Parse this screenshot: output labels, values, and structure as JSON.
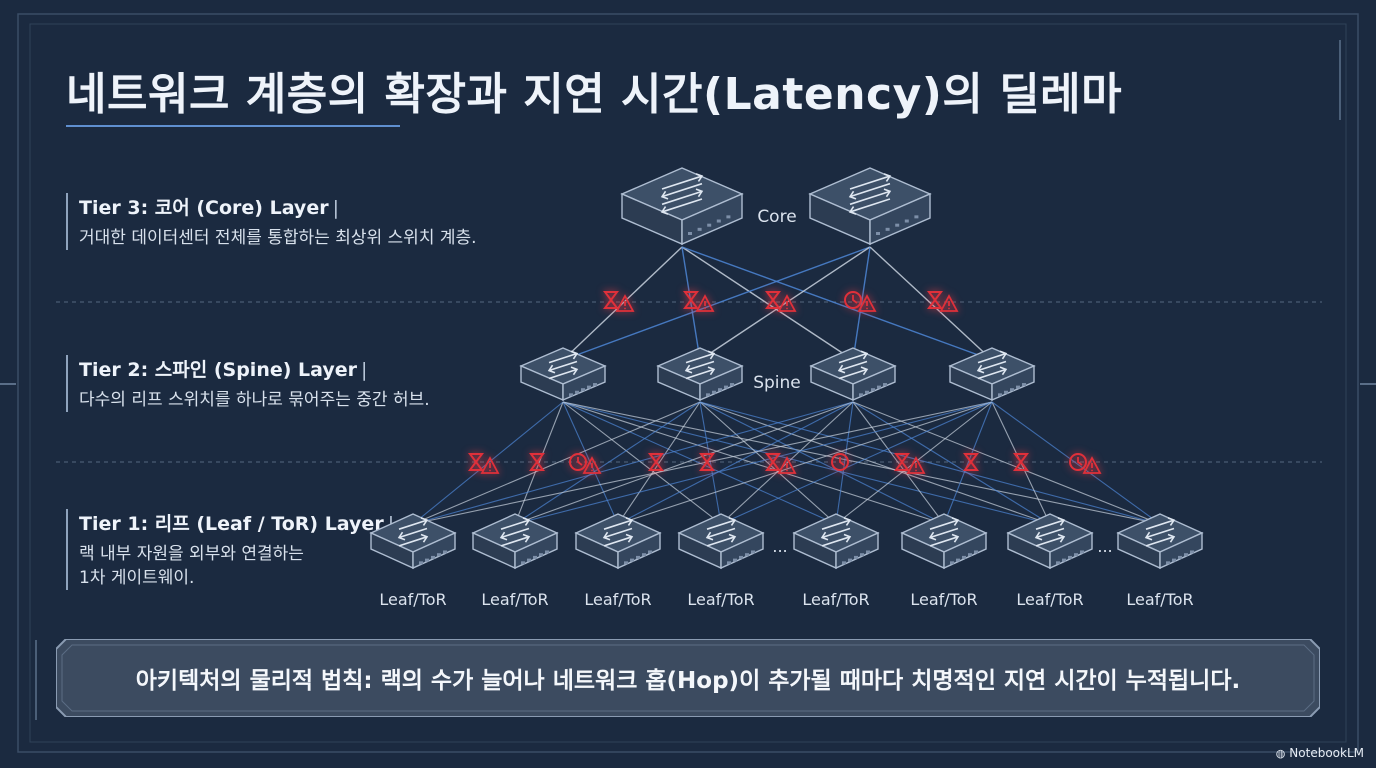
{
  "title": "네트워크 계층의 확장과 지연 시간(Latency)의 딜레마",
  "tiers": [
    {
      "title": "Tier 3: 코어 (Core) Layer",
      "desc": "거대한 데이터센터 전체를 통합하는 최상위 스위치 계층."
    },
    {
      "title": "Tier 2: 스파인 (Spine) Layer",
      "desc": "다수의 리프 스위치를 하나로 묶어주는 중간 허브."
    },
    {
      "title": "Tier 1: 리프 (Leaf / ToR) Layer",
      "desc_line1": "랙 내부 자원을 외부와 연결하는",
      "desc_line2": "1차 게이트웨이."
    }
  ],
  "tier_separator": "|",
  "diagram": {
    "core_label": "Core",
    "spine_label": "Spine",
    "leaf_label": "Leaf/ToR",
    "ellipsis": "...",
    "core_count": 2,
    "spine_count": 4,
    "leaf_count": 8
  },
  "banner": "아키텍처의 물리적 법칙: 랙의 수가 늘어나 네트워크 홉(Hop)이 추가될 때마다 치명적인 지연 시간이 누적됩니다.",
  "brand": "NotebookLM",
  "colors": {
    "background": "#1b2a40",
    "link_white": "#c9d3df",
    "link_blue": "#4d86d6",
    "alert_red": "#e0303a",
    "device_fill": "#3d5068"
  }
}
